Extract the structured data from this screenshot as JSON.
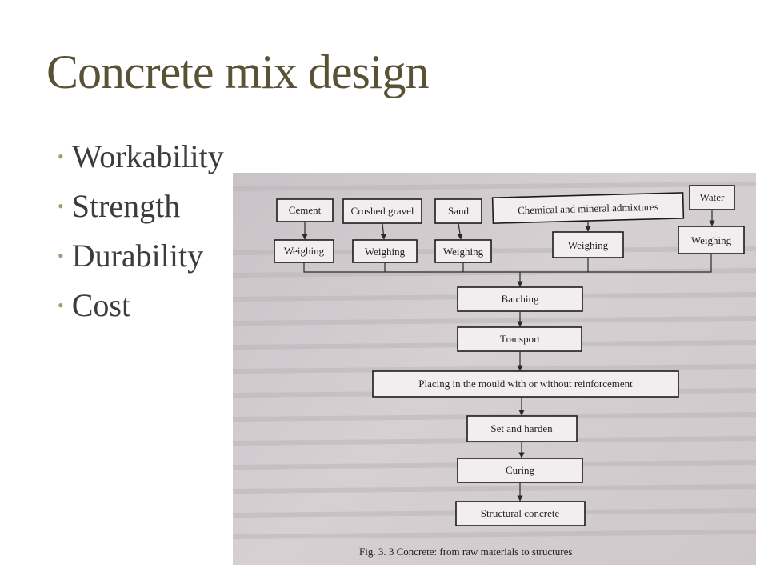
{
  "slide": {
    "title": "Concrete mix design",
    "bullets": [
      "Workability",
      "Strength",
      "Durability",
      "Cost"
    ]
  },
  "figure": {
    "caption": "Fig. 3. 3   Concrete: from raw materials to structures",
    "materials": [
      "Cement",
      "Crushed gravel",
      "Sand",
      "Chemical and mineral admixtures",
      "Water"
    ],
    "weighing": [
      "Weighing",
      "Weighing",
      "Weighing",
      "Weighing",
      "Weighing"
    ],
    "process": [
      "Batching",
      "Transport",
      "Placing in the mould with or without reinforcement",
      "Set and harden",
      "Curing",
      "Structural concrete"
    ]
  },
  "colors": {
    "title": "#5a5237",
    "bullet_dot": "#a59a72",
    "text": "#3c3c3c"
  }
}
